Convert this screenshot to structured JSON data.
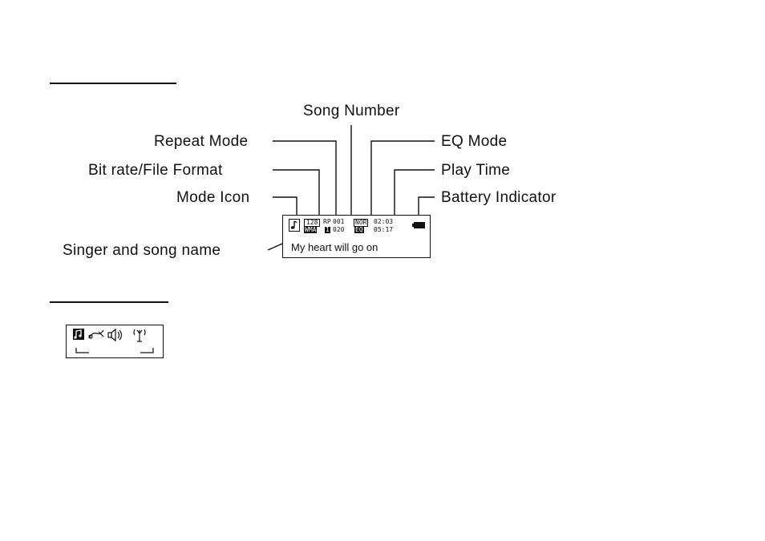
{
  "labels": {
    "song_number": "Song Number",
    "repeat_mode": "Repeat Mode",
    "eq_mode": "EQ Mode",
    "bit_rate": "Bit rate/File Format",
    "play_time": "Play Time",
    "mode_icon": "Mode Icon",
    "battery": "Battery Indicator",
    "singer_song": "Singer and song name"
  },
  "lcd": {
    "song_text": "My heart will go on",
    "bitrate": "128",
    "format": "WMA",
    "repeat": "RP",
    "repeat_sub": "1",
    "song_no": "001",
    "song_total": "020",
    "eq": "NOR",
    "eq_sub": "EQ",
    "play_time": "02:03",
    "total_time": "05:17"
  },
  "icons": {
    "mode_icon": "music-note-icon",
    "battery_icon": "battery-icon",
    "menu_icons": [
      "music-icon",
      "record-icon",
      "speaker-icon",
      "fm-antenna-icon"
    ]
  }
}
